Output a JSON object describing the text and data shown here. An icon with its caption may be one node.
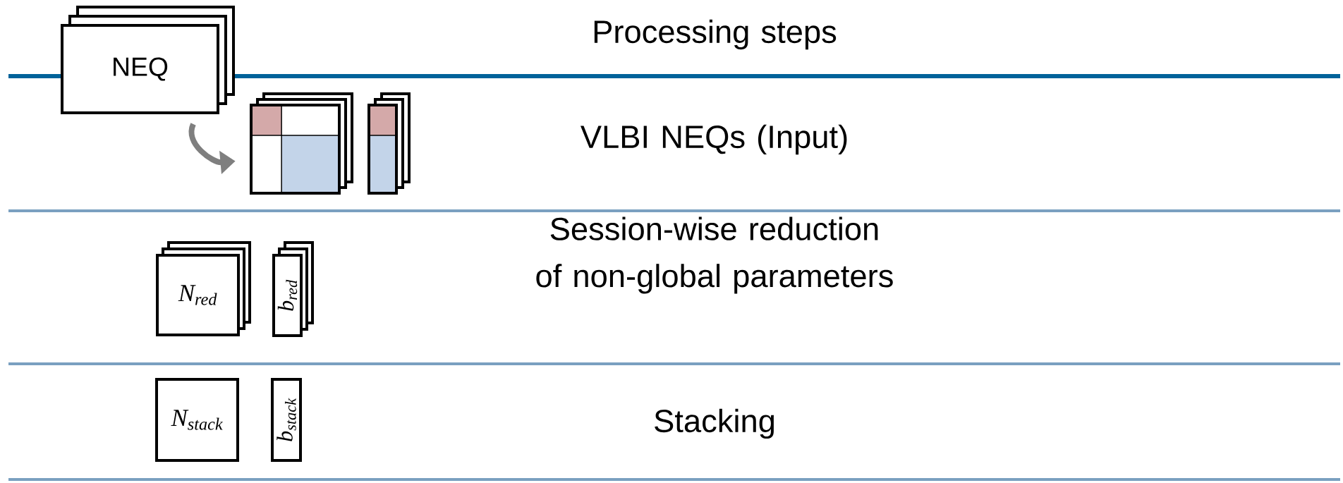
{
  "diagram": {
    "nodes": [
      {
        "text": [
          "NEQ"
        ]
      },
      {
        "text": [],
        "shape": "box"
      },
      {
        "text": [],
        "shape": "bar"
      },
      {
        "text": [
          "N$_{red}$"
        ]
      },
      {
        "text": [
          "b$_{red}$"
        ]
      },
      {
        "text": [
          "N$_{stack}$"
        ]
      },
      {
        "text": [
          "b$_{stack}$"
        ]
      }
    ],
    "edges": [
      {
        "from": 0,
        "to": 1,
        "arrow": "to"
      }
    ],
    "labels": [
      "Processing steps",
      "VLBI NEQs (Input)",
      "Session-wise reduction of non-global parameters",
      "Stacking"
    ]
  }
}
